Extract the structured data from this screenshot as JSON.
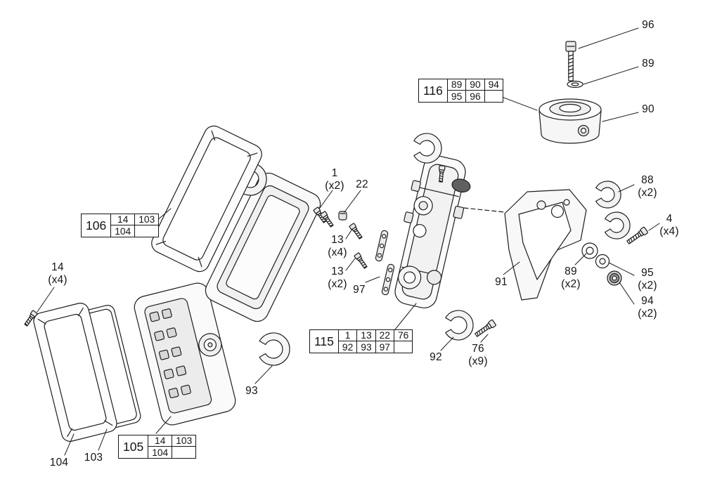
{
  "figure": {
    "background": "#ffffff",
    "line_color": "#1d1d1d",
    "description": "Exploded parts diagram of a dual-head work light"
  },
  "callouts": {
    "p96": {
      "label": "96"
    },
    "p89_top": {
      "label": "89"
    },
    "p90": {
      "label": "90"
    },
    "p88": {
      "label": "88",
      "qty": "(x2)"
    },
    "p4": {
      "label": "4",
      "qty": "(x4)"
    },
    "p95": {
      "label": "95",
      "qty": "(x2)"
    },
    "p94": {
      "label": "94",
      "qty": "(x2)"
    },
    "p89_mid": {
      "label": "89",
      "qty": "(x2)"
    },
    "p91": {
      "label": "91"
    },
    "p92": {
      "label": "92"
    },
    "p76": {
      "label": "76",
      "qty": "(x9)"
    },
    "p97": {
      "label": "97"
    },
    "p13_x2": {
      "label": "13",
      "qty": "(x2)"
    },
    "p13_x4": {
      "label": "13",
      "qty": "(x4)"
    },
    "p22": {
      "label": "22"
    },
    "p1": {
      "label": "1",
      "qty": "(x2)"
    },
    "p93": {
      "label": "93"
    },
    "p14": {
      "label": "14",
      "qty": "(x4)"
    },
    "p104": {
      "label": "104"
    },
    "p103": {
      "label": "103"
    }
  },
  "refboxes": {
    "b116": {
      "id": "116",
      "row1": [
        "89",
        "90",
        "94"
      ],
      "row2": [
        "95",
        "96"
      ]
    },
    "b115": {
      "id": "115",
      "row1": [
        "1",
        "13",
        "22",
        "76"
      ],
      "row2": [
        "92",
        "93",
        "97"
      ]
    },
    "b106": {
      "id": "106",
      "row1": [
        "14",
        "103"
      ],
      "row2": [
        "104"
      ]
    },
    "b105": {
      "id": "105",
      "row1": [
        "14",
        "103"
      ],
      "row2": [
        "104"
      ]
    }
  }
}
